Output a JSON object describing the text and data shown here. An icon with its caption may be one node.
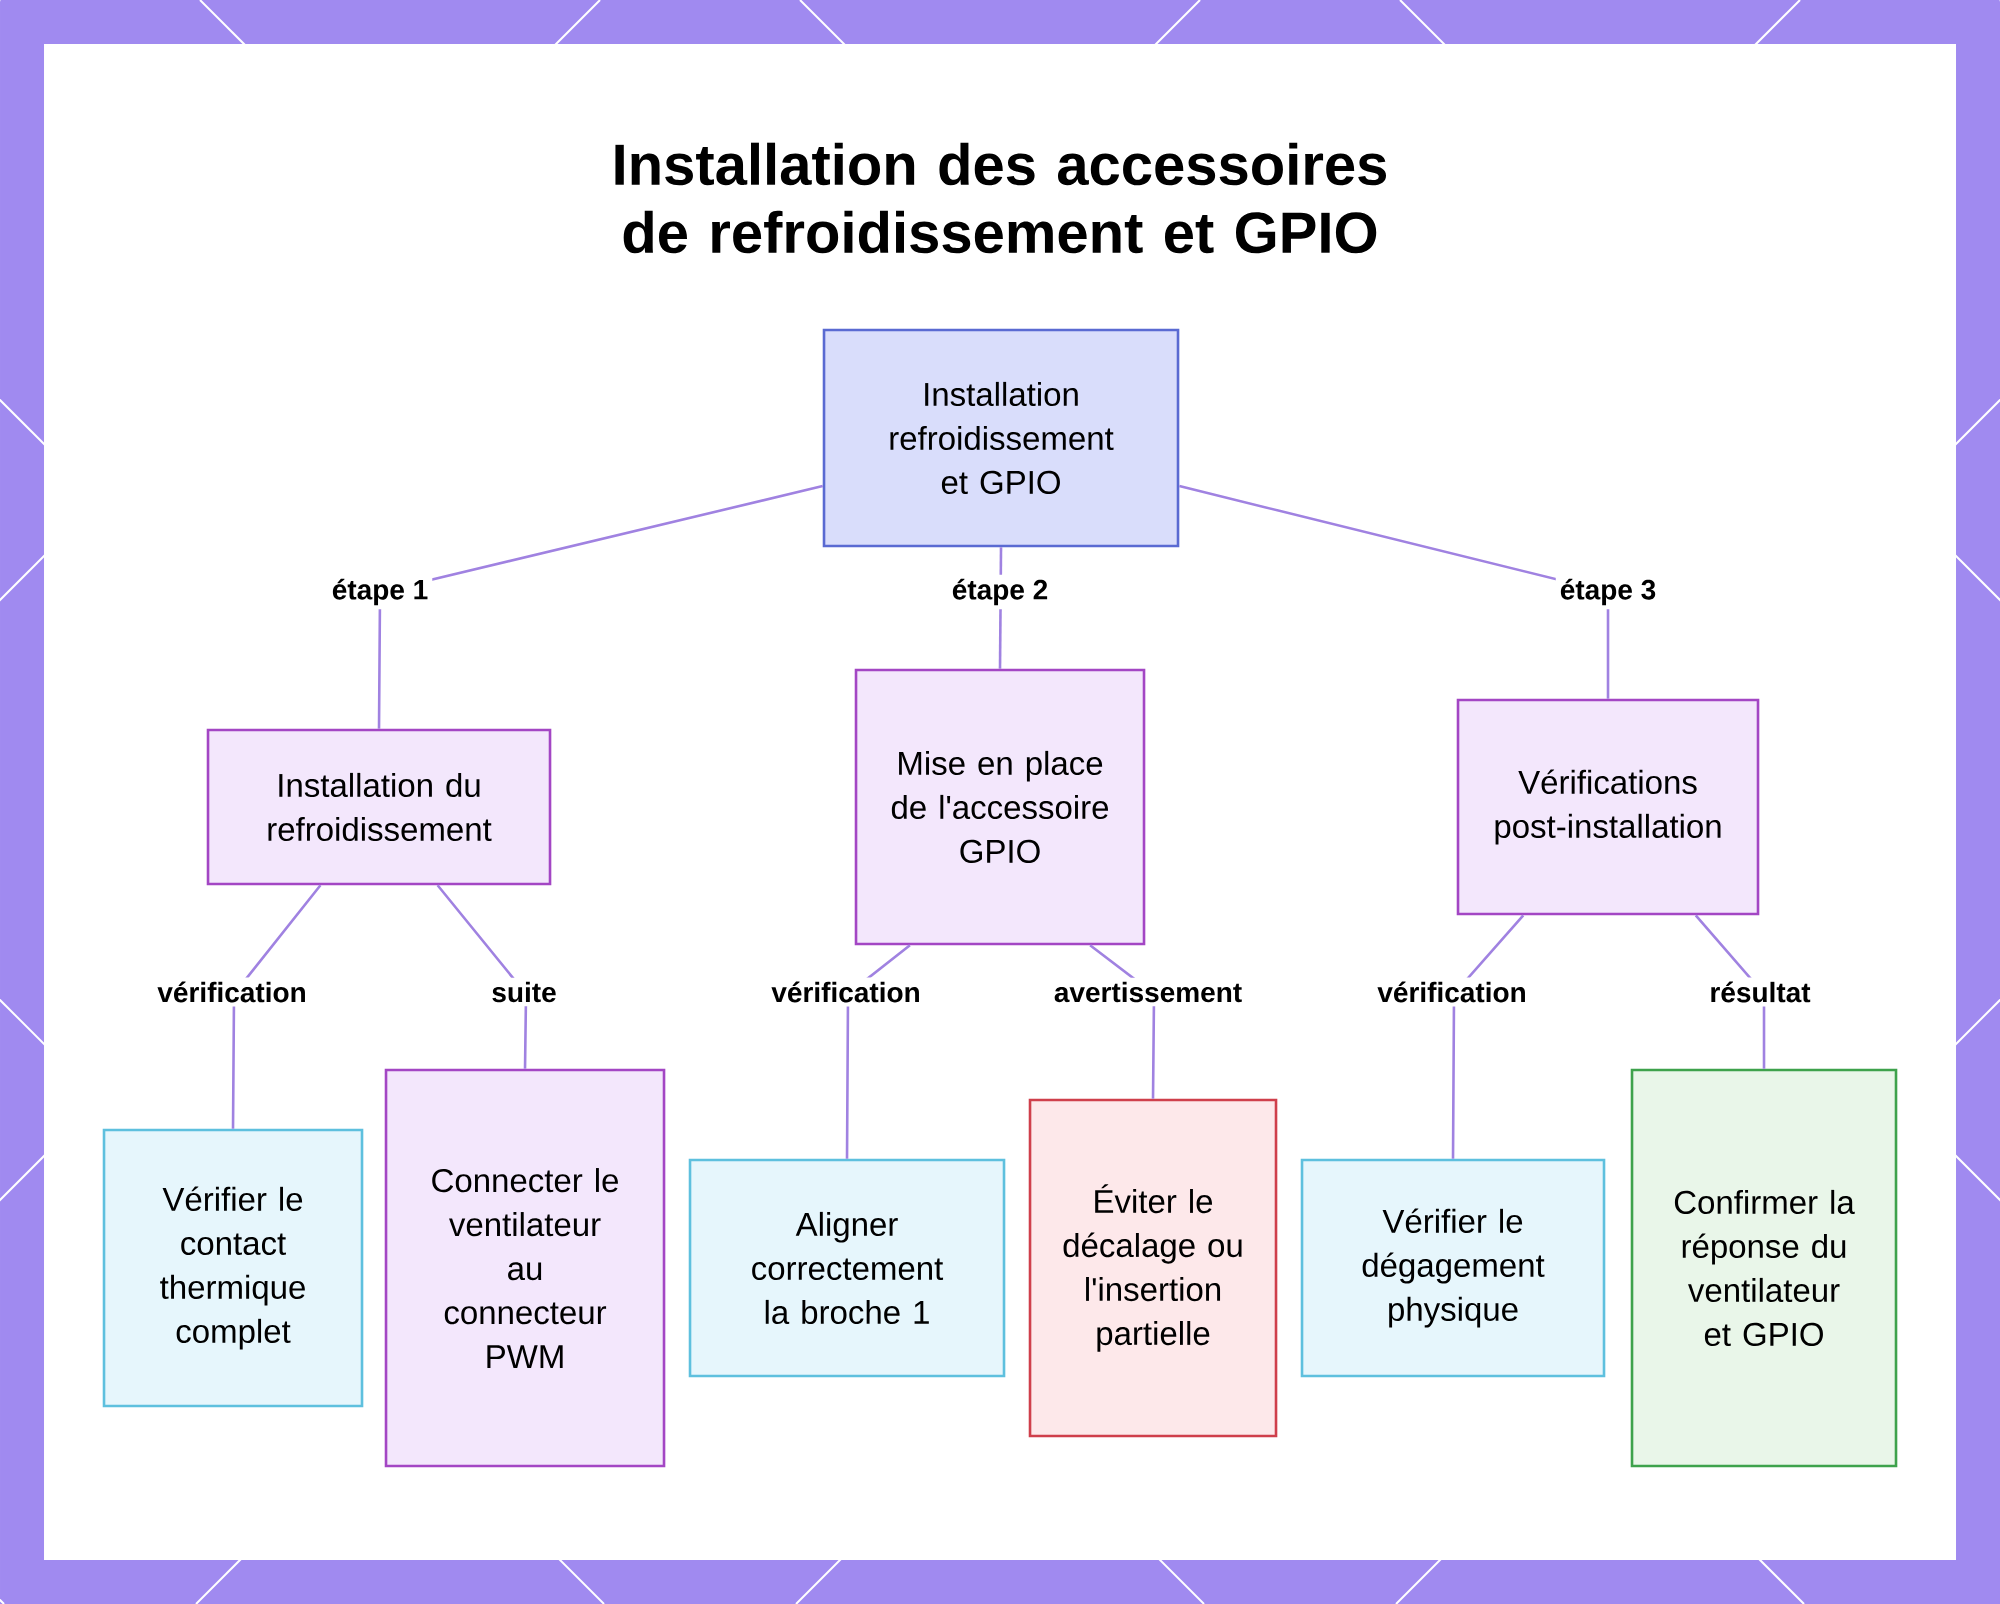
{
  "diagram": {
    "title": "Installation des accessoires de refroidissement et GPIO",
    "nodes": [
      {
        "text": [
          "Installation refroidissement et GPIO"
        ]
      },
      {
        "text": [
          "Installation du refroidissement"
        ]
      },
      {
        "text": [
          "Mise en place de l'accessoire GPIO"
        ]
      },
      {
        "text": [
          "Vérifications post-installation"
        ]
      },
      {
        "text": [
          "Vérifier le contact thermique complet"
        ]
      },
      {
        "text": [
          "Connecter le ventilateur au connecteur PWM"
        ]
      },
      {
        "text": [
          "Aligner correctement la broche 1"
        ]
      },
      {
        "text": [
          "Éviter le décalage ou l'insertion partielle"
        ]
      },
      {
        "text": [
          "Vérifier le dégagement physique"
        ]
      },
      {
        "text": [
          "Confirmer la réponse du ventilateur et GPIO"
        ]
      }
    ],
    "edges": [
      {
        "from": 0,
        "to": 1,
        "arrow": "none",
        "label": "étape 1"
      },
      {
        "from": 0,
        "to": 2,
        "arrow": "none",
        "label": "étape 2"
      },
      {
        "from": 0,
        "to": 3,
        "arrow": "none",
        "label": "étape 3"
      },
      {
        "from": 1,
        "to": 4,
        "arrow": "none",
        "label": "vérification"
      },
      {
        "from": 1,
        "to": 5,
        "arrow": "none",
        "label": "suite"
      },
      {
        "from": 2,
        "to": 6,
        "arrow": "none",
        "label": "vérification"
      },
      {
        "from": 2,
        "to": 7,
        "arrow": "none",
        "label": "avertissement"
      },
      {
        "from": 3,
        "to": 8,
        "arrow": "none",
        "label": "vérification"
      },
      {
        "from": 3,
        "to": 9,
        "arrow": "none",
        "label": "résultat"
      }
    ]
  }
}
